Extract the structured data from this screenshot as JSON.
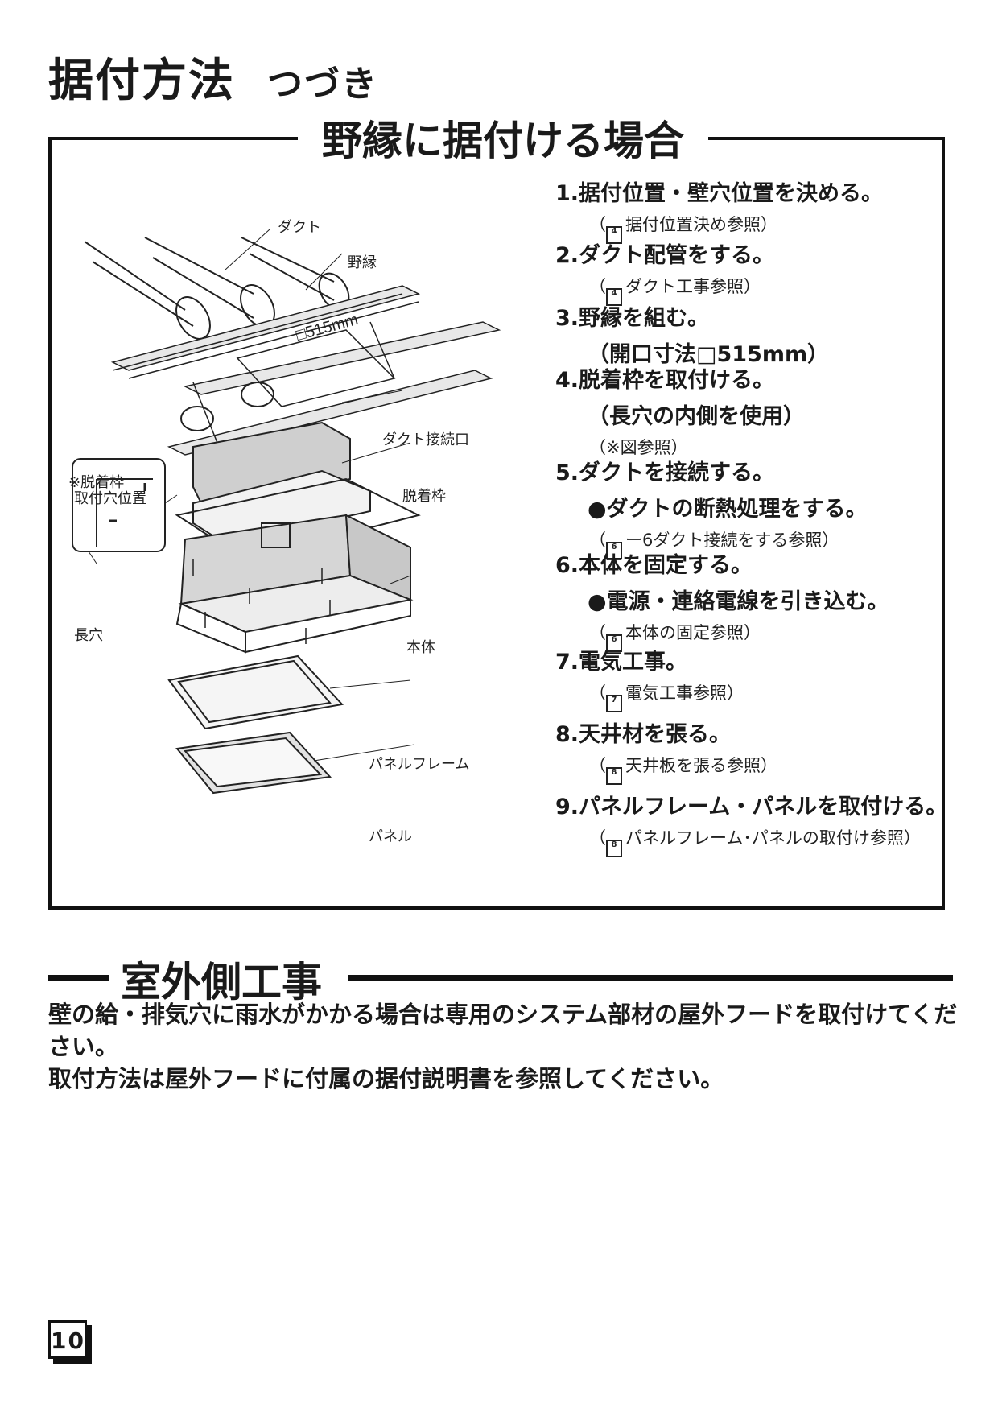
{
  "title": {
    "main": "据付方法",
    "sub": "つづき"
  },
  "section1": {
    "heading": "野縁に据付ける場合",
    "steps": [
      {
        "text": "1.据付位置・壁穴位置を決める。",
        "ref_page": "4",
        "ref": "据付位置決め参照）"
      },
      {
        "text": "2.ダクト配管をする。",
        "ref_page": "4",
        "ref": "ダクト工事参照）"
      },
      {
        "text": "3.野縁を組む。",
        "line2": "（開口寸法□515mm）"
      },
      {
        "text": "4.脱着枠を取付ける。",
        "line2": "（長穴の内側を使用）",
        "ref_plain": "（※図参照）"
      },
      {
        "text": "5.ダクトを接続する。",
        "line2": "●ダクトの断熱処理をする。",
        "ref_page": "6",
        "ref": "ー6ダクト接続をする参照）"
      },
      {
        "text": "6.本体を固定する。",
        "line2": "●電源・連絡電線を引き込む。",
        "ref_page": "6",
        "ref": "本体の固定参照）"
      },
      {
        "text": "7.電気工事。",
        "ref_page": "7",
        "ref": "電気工事参照）"
      },
      {
        "text": "8.天井材を張る。",
        "ref_page": "8",
        "ref": "天井板を張る参照）"
      },
      {
        "text": "9.パネルフレーム・パネルを取付ける。",
        "ref_page": "8",
        "ref": "パネルフレーム･パネルの取付け参照）"
      }
    ],
    "diagram": {
      "labels": {
        "duct": "ダクト",
        "noen": "野縁",
        "dim": "□515mm",
        "duct_port": "ダクト接続口",
        "removable_frame": "脱着枠",
        "note_line1": "※脱着枠",
        "note_line2": "取付穴位置",
        "long_hole": "長穴",
        "body": "本体",
        "panel_frame": "パネルフレーム",
        "panel": "パネル"
      }
    }
  },
  "section2": {
    "heading": "室外側工事",
    "text1": "壁の給・排気穴に雨水がかかる場合は専用のシステム部材の屋外フードを取付けてください。",
    "text2": "取付方法は屋外フードに付属の据付説明書を参照してください。"
  },
  "page_number": "10"
}
